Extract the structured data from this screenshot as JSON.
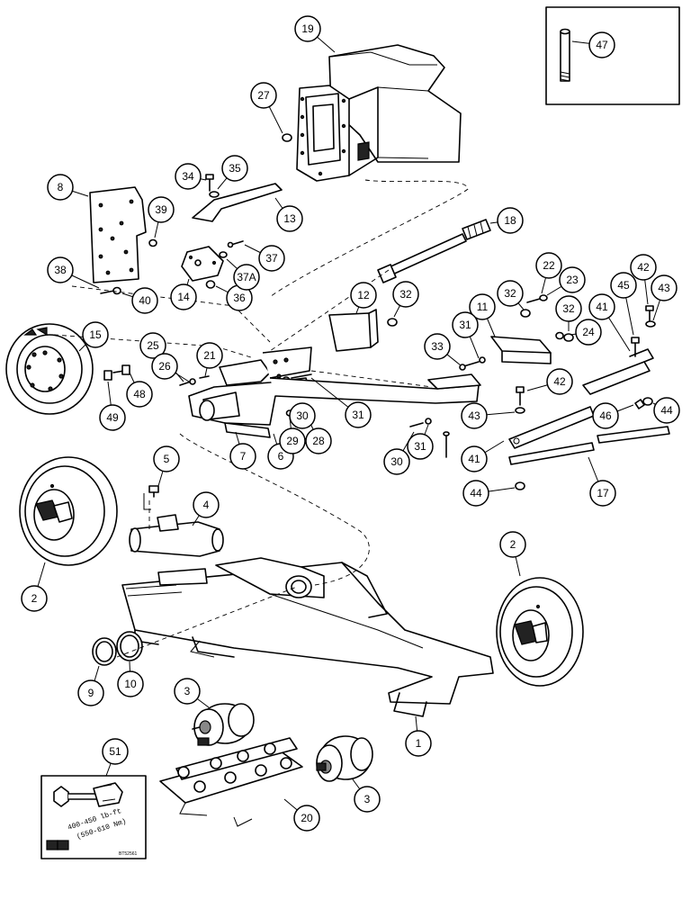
{
  "callouts": [
    {
      "id": "c1",
      "label": "1"
    },
    {
      "id": "c2a",
      "label": "2"
    },
    {
      "id": "c2b",
      "label": "2"
    },
    {
      "id": "c3a",
      "label": "3"
    },
    {
      "id": "c3b",
      "label": "3"
    },
    {
      "id": "c4",
      "label": "4"
    },
    {
      "id": "c5",
      "label": "5"
    },
    {
      "id": "c6",
      "label": "6"
    },
    {
      "id": "c7",
      "label": "7"
    },
    {
      "id": "c8",
      "label": "8"
    },
    {
      "id": "c9",
      "label": "9"
    },
    {
      "id": "c10",
      "label": "10"
    },
    {
      "id": "c11",
      "label": "11"
    },
    {
      "id": "c12",
      "label": "12"
    },
    {
      "id": "c13",
      "label": "13"
    },
    {
      "id": "c14",
      "label": "14"
    },
    {
      "id": "c15",
      "label": "15"
    },
    {
      "id": "c17",
      "label": "17"
    },
    {
      "id": "c18",
      "label": "18"
    },
    {
      "id": "c19",
      "label": "19"
    },
    {
      "id": "c20",
      "label": "20"
    },
    {
      "id": "c21",
      "label": "21"
    },
    {
      "id": "c22",
      "label": "22"
    },
    {
      "id": "c23",
      "label": "23"
    },
    {
      "id": "c24",
      "label": "24"
    },
    {
      "id": "c25",
      "label": "25"
    },
    {
      "id": "c26",
      "label": "26"
    },
    {
      "id": "c27",
      "label": "27"
    },
    {
      "id": "c28",
      "label": "28"
    },
    {
      "id": "c29",
      "label": "29"
    },
    {
      "id": "c30a",
      "label": "30"
    },
    {
      "id": "c30b",
      "label": "30"
    },
    {
      "id": "c31a",
      "label": "31"
    },
    {
      "id": "c31b",
      "label": "31"
    },
    {
      "id": "c31c",
      "label": "31"
    },
    {
      "id": "c32a",
      "label": "32"
    },
    {
      "id": "c32b",
      "label": "32"
    },
    {
      "id": "c32c",
      "label": "32"
    },
    {
      "id": "c33",
      "label": "33"
    },
    {
      "id": "c34",
      "label": "34"
    },
    {
      "id": "c35",
      "label": "35"
    },
    {
      "id": "c36",
      "label": "36"
    },
    {
      "id": "c37a",
      "label": "37A"
    },
    {
      "id": "c37b",
      "label": "37"
    },
    {
      "id": "c38",
      "label": "38"
    },
    {
      "id": "c39",
      "label": "39"
    },
    {
      "id": "c40",
      "label": "40"
    },
    {
      "id": "c41a",
      "label": "41"
    },
    {
      "id": "c41b",
      "label": "41"
    },
    {
      "id": "c42a",
      "label": "42"
    },
    {
      "id": "c42b",
      "label": "42"
    },
    {
      "id": "c43a",
      "label": "43"
    },
    {
      "id": "c43b",
      "label": "43"
    },
    {
      "id": "c44a",
      "label": "44"
    },
    {
      "id": "c44b",
      "label": "44"
    },
    {
      "id": "c45",
      "label": "45"
    },
    {
      "id": "c46",
      "label": "46"
    },
    {
      "id": "c47",
      "label": "47"
    },
    {
      "id": "c48",
      "label": "48"
    },
    {
      "id": "c49",
      "label": "49"
    },
    {
      "id": "c51",
      "label": "51"
    }
  ],
  "torque_note": {
    "line1": "400-450 lb-ft",
    "line2": "(550-610 Nm)"
  },
  "figure_code": "BT52561"
}
